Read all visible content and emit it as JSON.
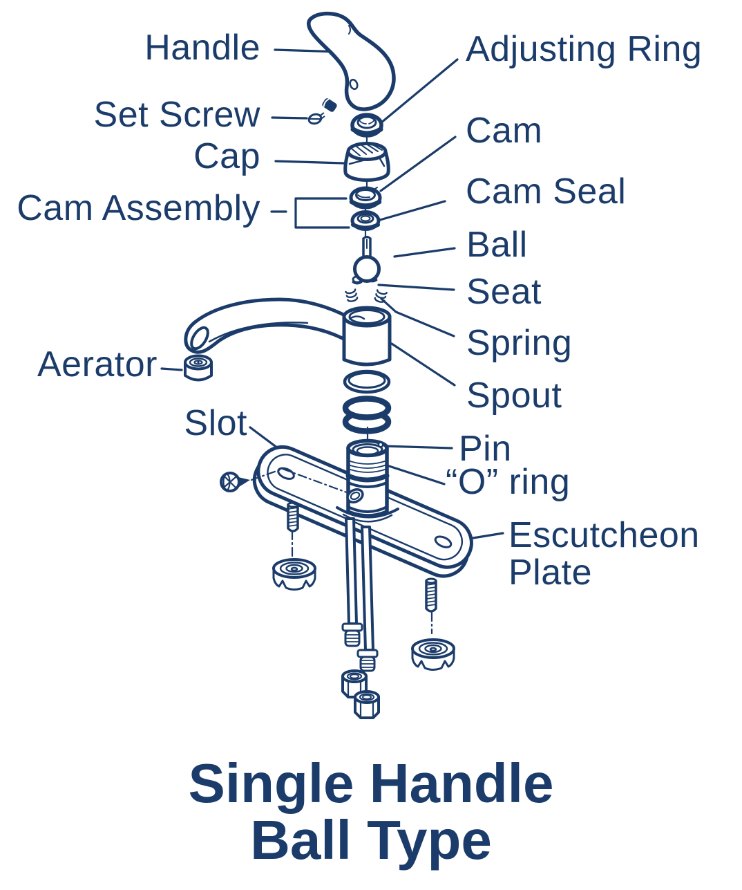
{
  "ink_color": "#1b3c6a",
  "background_color": "#ffffff",
  "title": {
    "line1": "Single Handle",
    "line2": "Ball Type"
  },
  "labels": {
    "handle": "Handle",
    "set_screw": "Set Screw",
    "cap": "Cap",
    "cam_assembly": "Cam Assembly",
    "adjusting_ring": "Adjusting Ring",
    "cam": "Cam",
    "cam_seal": "Cam Seal",
    "ball": "Ball",
    "seat": "Seat",
    "spring": "Spring",
    "spout": "Spout",
    "aerator": "Aerator",
    "slot": "Slot",
    "pin": "Pin",
    "o_ring": "“O” ring",
    "escutcheon_line1": "Escutcheon",
    "escutcheon_line2": "Plate"
  }
}
